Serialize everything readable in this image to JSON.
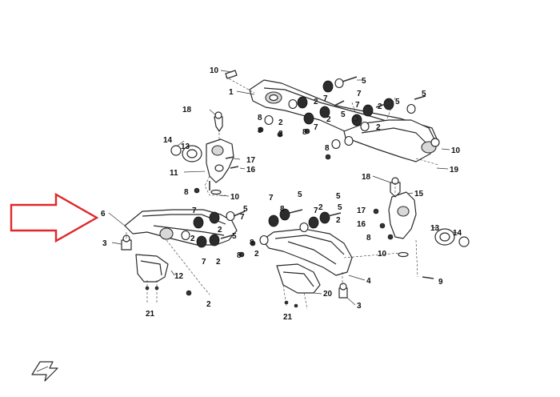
{
  "figure": {
    "colors": {
      "line": "#2a2a2a",
      "pointer_arrow": "#e0282b",
      "background": "#ffffff"
    },
    "icons": [
      "red-pointer-arrow-icon",
      "front-direction-arrow-icon"
    ],
    "callouts": {
      "c10a": "10",
      "c1": "1",
      "c5a": "5",
      "c7a": "7",
      "c2a": "2",
      "c18a": "18",
      "c8a": "8",
      "c2b": "2",
      "c8b": "8",
      "c2c": "2",
      "c7b": "7",
      "c5b": "5",
      "c8c": "8",
      "c2d": "2",
      "c7c": "7",
      "c5c": "5",
      "c7d": "7",
      "c2e": "2",
      "c5d": "5",
      "c2f": "2",
      "c8d": "8",
      "c10b": "10",
      "c19": "19",
      "c14a": "14",
      "c13a": "13",
      "c17a": "17",
      "c16a": "16",
      "c11": "11",
      "c8e": "8",
      "c10c": "10",
      "c18b": "18",
      "c15": "15",
      "c17b": "17",
      "c16b": "16",
      "c6": "6",
      "c3a": "3",
      "c7e": "7",
      "c5e": "5",
      "c2g": "2",
      "c5f": "5",
      "c2h": "2",
      "c7f": "7",
      "c8f": "8",
      "c2i": "2",
      "c8g": "8",
      "c8h": "8",
      "c2j": "2",
      "c7g": "7",
      "c5g": "5",
      "c7h": "7",
      "c2k": "2",
      "c5h": "5",
      "c8i": "8",
      "c13b": "13",
      "c14b": "14",
      "c10d": "10",
      "c4": "4",
      "c12": "12",
      "c9": "9",
      "c20": "20",
      "c2l": "2",
      "c3b": "3",
      "c21a": "21",
      "c21b": "21",
      "c7i": "7",
      "c5i": "5",
      "c2m": "2"
    }
  }
}
